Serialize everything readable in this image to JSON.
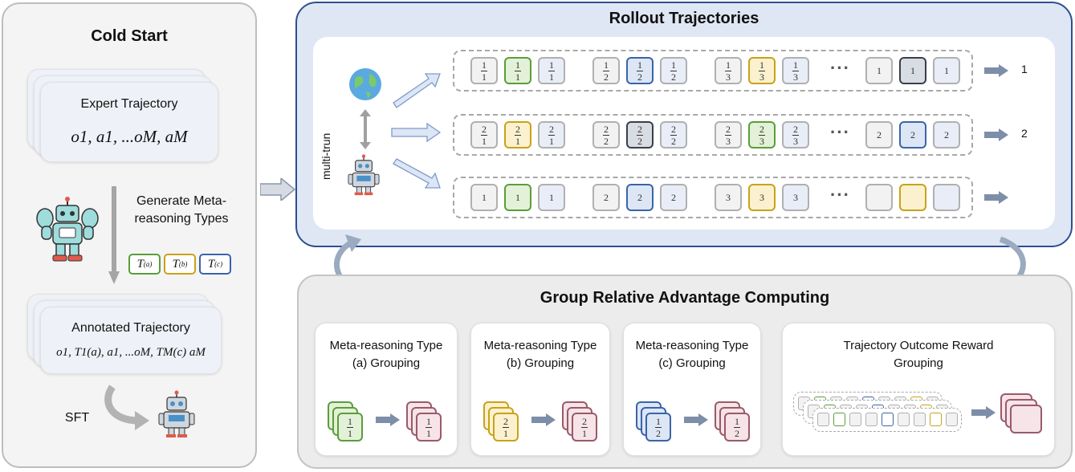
{
  "cold_start": {
    "title": "Cold Start",
    "expert_title": "Expert Trajectory",
    "expert_formula": "o1, a1, ...oM, aM",
    "generate_label": "Generate Meta-reasoning Types",
    "types": [
      "T(a)",
      "T(b)",
      "T(c)"
    ],
    "annotated_title": "Annotated Trajectory",
    "annotated_formula": "o1, T1(a), a1, ...oM, TM(c) aM",
    "sft_label": "SFT"
  },
  "rollout": {
    "title": "Rollout Trajectories",
    "multiturn_label": "multi-trun",
    "rows": [
      {
        "reward": "1",
        "groups": [
          [
            "1/1",
            "1/1",
            "1/1"
          ],
          [
            "1/2",
            "1/2",
            "1/2"
          ],
          [
            "1/3",
            "1/3",
            "1/3"
          ],
          [
            "1",
            "1",
            "1"
          ]
        ]
      },
      {
        "reward": "2",
        "groups": [
          [
            "2/1",
            "2/1",
            "2/1"
          ],
          [
            "2/2",
            "2/2",
            "2/2"
          ],
          [
            "2/3",
            "2/3",
            "2/3"
          ],
          [
            "2",
            "2",
            "2"
          ]
        ]
      },
      {
        "reward": "",
        "groups": [
          [
            "1",
            "1",
            "1"
          ],
          [
            "2",
            "2",
            "2"
          ],
          [
            "3",
            "3",
            "3"
          ],
          [
            "",
            "",
            ""
          ]
        ]
      }
    ],
    "ellipsis": "···"
  },
  "grac": {
    "title": "Group Relative Advantage Computing",
    "cards": [
      {
        "label": "Meta-reasoning Type (a) Grouping",
        "frac": "1/1"
      },
      {
        "label": "Meta-reasoning Type (b) Grouping",
        "frac": "2/1"
      },
      {
        "label": "Meta-reasoning Type (c) Grouping",
        "frac": "1/2"
      },
      {
        "label": "Trajectory Outcome Reward Grouping",
        "frac": ""
      }
    ]
  },
  "colors": {
    "green": "#5a9e3a",
    "green_fill": "#e3f1d8",
    "yellow": "#c9a21a",
    "yellow_fill": "#fbf1cf",
    "blue": "#3a64a8",
    "blue_fill": "#dde6f5",
    "dark": "#3a3f4a",
    "dark_fill": "#d8dce3",
    "gray": "#b0b0b0",
    "gray_fill": "#f2f2f2",
    "light_blue_fill": "#e8edf7",
    "pink": "#9a5a6a",
    "pink_fill": "#f6e4e8",
    "rollout_border": "#2e4f8f"
  }
}
